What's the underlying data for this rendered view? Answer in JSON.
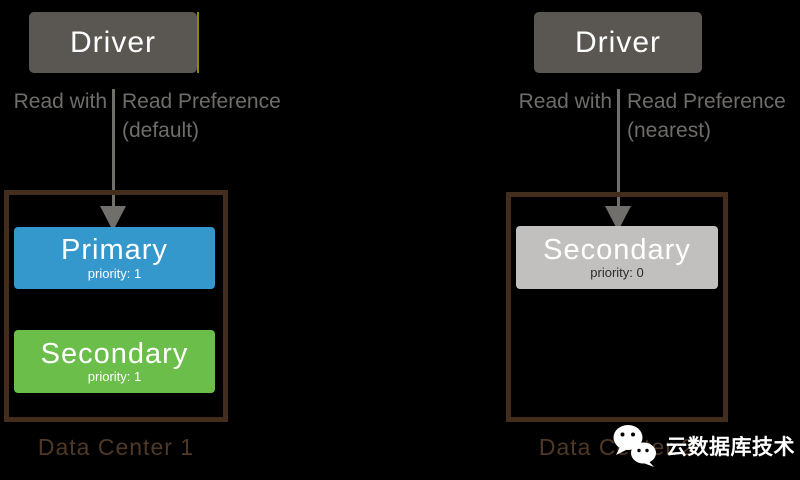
{
  "colors": {
    "background": "#000000",
    "driver_box": "#5a5753",
    "driver_text": "#ffffff",
    "driver_accent_sliver": "#8f8a00",
    "annotation_text": "#6f6d6a",
    "arrow": "#716f6c",
    "data_center_border": "#442d1d",
    "data_center_label": "#4f3826",
    "primary_node": "#3598cc",
    "secondary_green_node": "#6cbe4b",
    "secondary_gray_node": "#c1c0be",
    "node_text": "#ffffff",
    "priority_dark_text": "#2e2b28",
    "watermark_text": "#ffffff"
  },
  "left": {
    "driver_label": "Driver",
    "annotation": {
      "prefix": "Read with",
      "title": "Read Preference",
      "mode": "(default)"
    },
    "data_center": {
      "label": "Data Center 1",
      "nodes": [
        {
          "role": "Primary",
          "priority": "priority: 1"
        },
        {
          "role": "Secondary",
          "priority": "priority: 1"
        }
      ]
    }
  },
  "right": {
    "driver_label": "Driver",
    "annotation": {
      "prefix": "Read with",
      "title": "Read Preference",
      "mode": "(nearest)"
    },
    "data_center": {
      "label": "Data Center 2",
      "nodes": [
        {
          "role": "Secondary",
          "priority": "priority: 0"
        }
      ]
    }
  },
  "watermark": {
    "icon": "wechat-icon",
    "text": "云数据库技术"
  }
}
